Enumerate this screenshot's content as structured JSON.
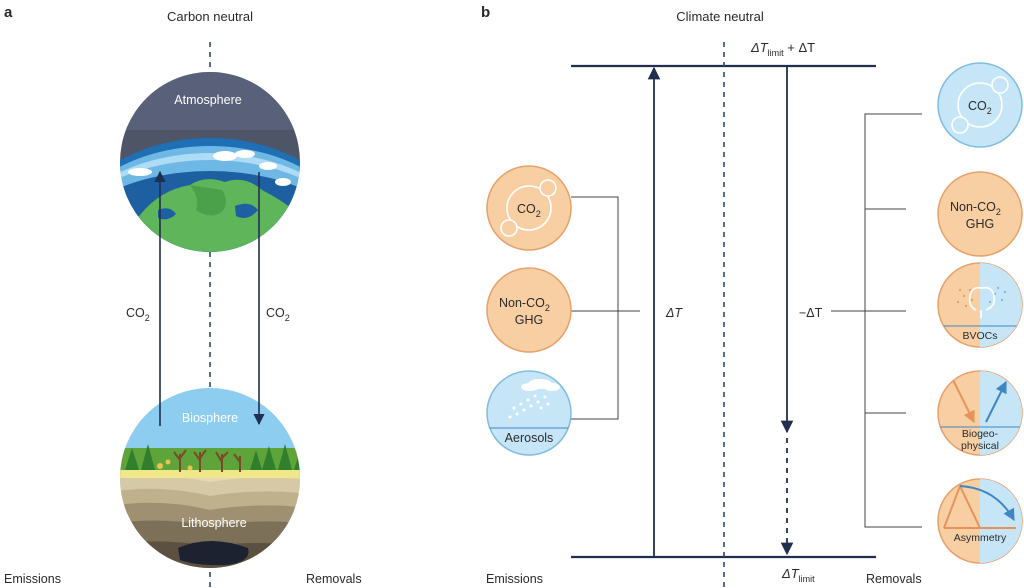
{
  "panel_a": {
    "letter": "a",
    "title": "Carbon neutral",
    "atmosphere_label": "Atmosphere",
    "biosphere_label": "Biosphere",
    "lithosphere_label": "Lithosphere",
    "left_arrow_label": "CO",
    "left_arrow_sub": "2",
    "right_arrow_label": "CO",
    "right_arrow_sub": "2",
    "emissions_label": "Emissions",
    "removals_label": "Removals"
  },
  "panel_b": {
    "letter": "b",
    "title": "Climate neutral",
    "top_label_prefix": "ΔT",
    "top_label_sub": "limit",
    "top_label_suffix": " + ΔT",
    "bottom_label_prefix": "ΔT",
    "bottom_label_sub": "limit",
    "delta_t": "ΔT",
    "neg_delta_t": "−ΔT",
    "emissions_label": "Emissions",
    "removals_label": "Removals",
    "emissions": {
      "co2": "CO",
      "co2_sub": "2",
      "non_co2_line1": "Non-CO",
      "non_co2_sub": "2",
      "non_co2_line2": "GHG",
      "aerosols": "Aerosols"
    },
    "removals": {
      "co2": "CO",
      "co2_sub": "2",
      "non_co2_line1": "Non-CO",
      "non_co2_sub": "2",
      "non_co2_line2": "GHG",
      "bvocs": "BVOCs",
      "biogeo_line1": "Biogeo-",
      "biogeo_line2": "physical",
      "asymmetry": "Asymmetry"
    }
  },
  "colors": {
    "orange_fill": "#f8cfa3",
    "blue_fill": "#c6e6f8",
    "dark_line": "#1f2f4d",
    "arrow_orange": "#e8915a",
    "arrow_blue": "#3e86c4"
  }
}
